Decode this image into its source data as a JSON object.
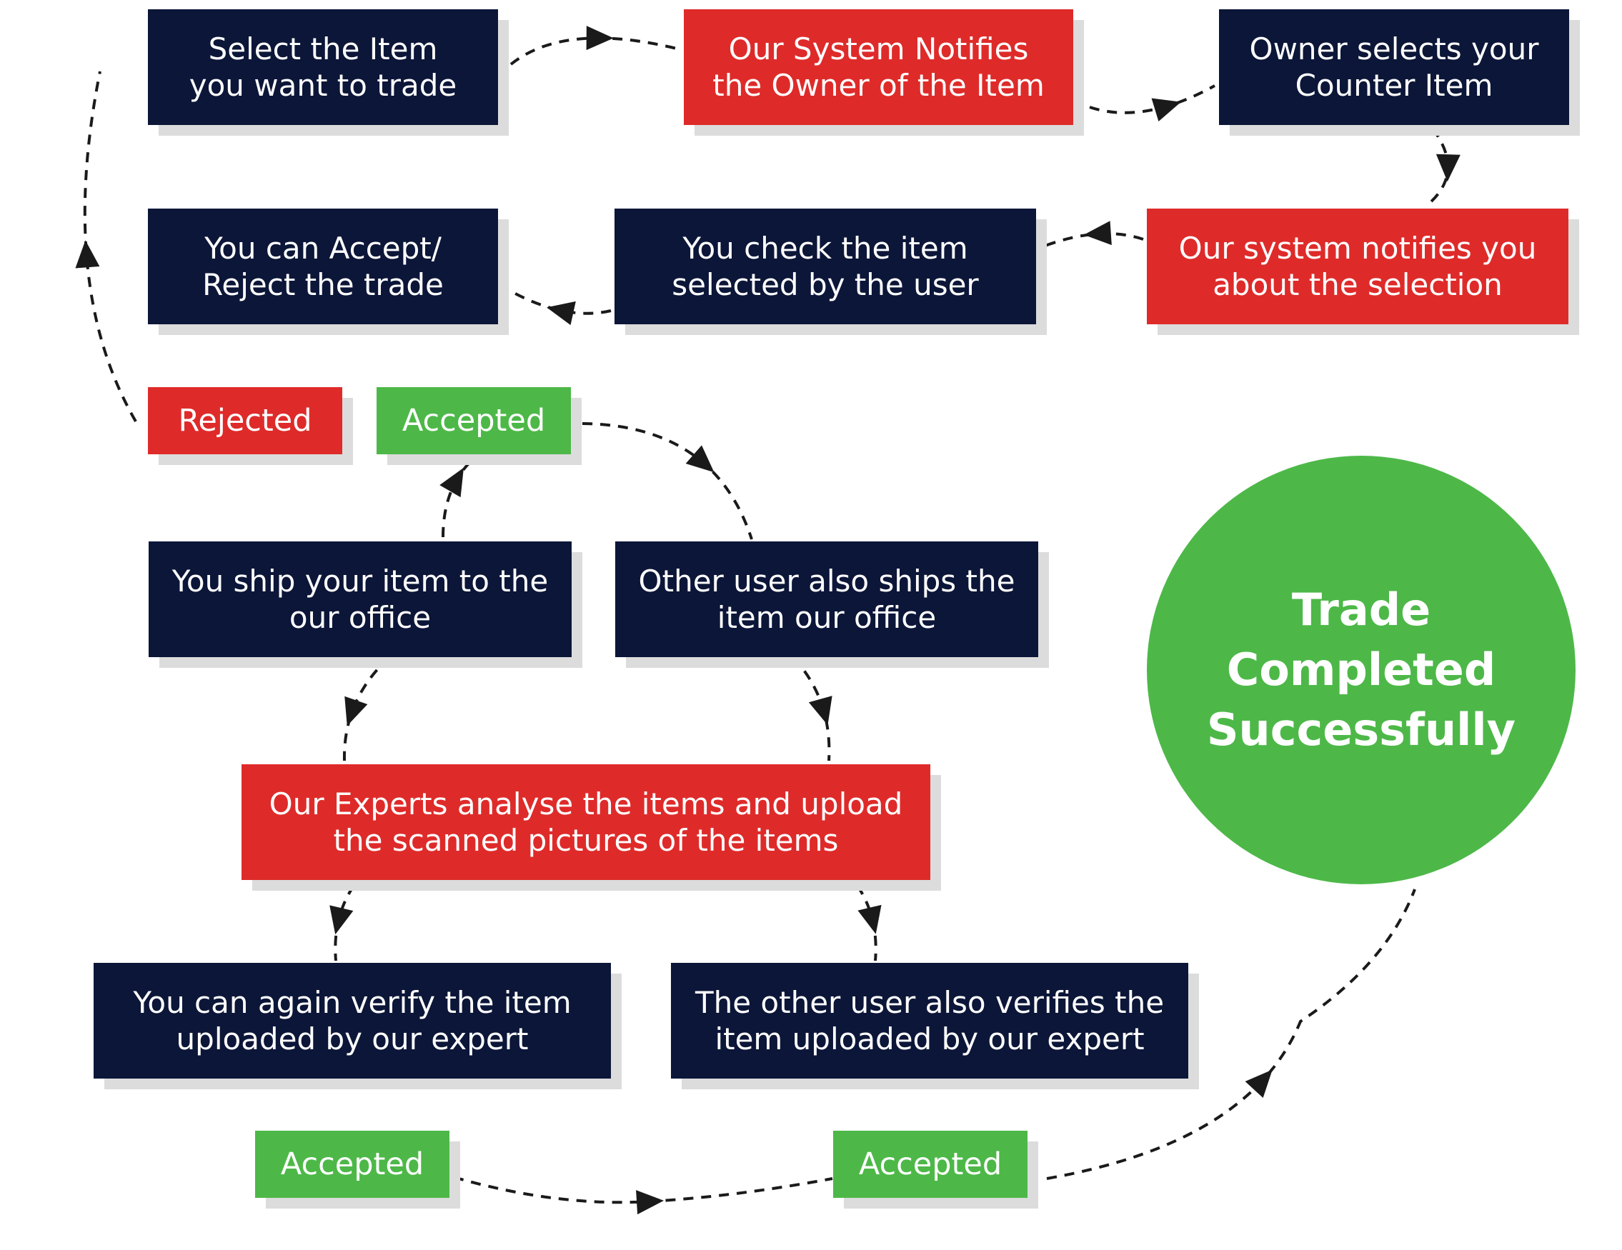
{
  "colors": {
    "navy": "#0c1638",
    "red": "#de2b2a",
    "green": "#4db848",
    "shadow": "#dcdcdc",
    "arrow": "#1a1a1a"
  },
  "steps": {
    "select_item": "Select the Item\nyou want to trade",
    "system_notifies_owner": "Our System Notifies\nthe Owner of the Item",
    "owner_selects_counter": "Owner selects your\nCounter Item",
    "accept_reject": "You can Accept/\nReject the trade",
    "check_item": "You check the item\nselected by the user",
    "system_notifies_selection": "Our system notifies you\nabout the selection",
    "rejected": "Rejected",
    "accepted_first": "Accepted",
    "you_ship": "You ship your item to the\nour office",
    "other_ships": "Other user also ships the\nitem our office",
    "experts_analyse": "Our Experts analyse the items and upload\nthe scanned pictures of the items",
    "you_verify": "You can again verify the item\nuploaded by our expert",
    "other_verifies": "The other user also verifies the\nitem uploaded by our expert",
    "accepted_you": "Accepted",
    "accepted_other": "Accepted",
    "trade_completed": "Trade\nCompleted\nSuccessfully"
  }
}
